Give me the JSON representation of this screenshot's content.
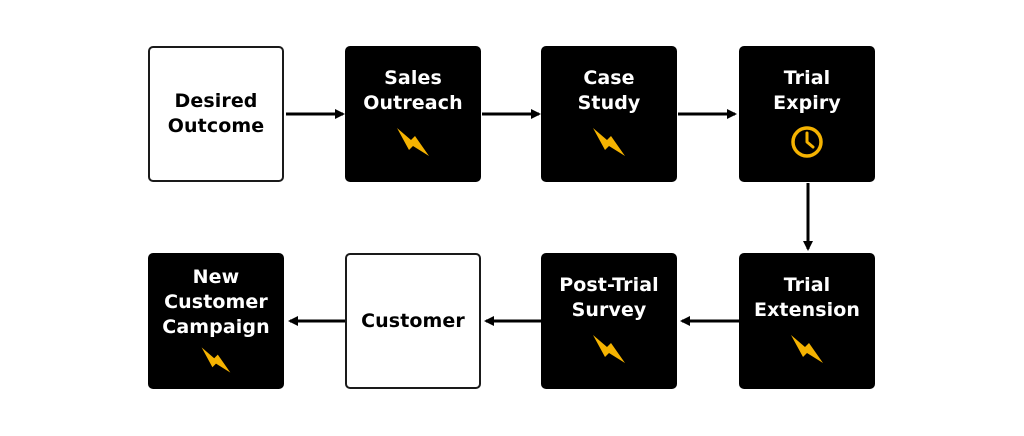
{
  "colors": {
    "dark_box": "#000000",
    "light_box": "#ffffff",
    "accent": "#F5B301",
    "arrow": "#000000"
  },
  "nodes": [
    {
      "id": "desired-outcome",
      "label": "Desired\nOutcome",
      "style": "light",
      "icon": "none"
    },
    {
      "id": "sales-outreach",
      "label": "Sales\nOutreach",
      "style": "dark",
      "icon": "lightning-icon"
    },
    {
      "id": "case-study",
      "label": "Case\nStudy",
      "style": "dark",
      "icon": "lightning-icon"
    },
    {
      "id": "trial-expiry",
      "label": "Trial\nExpiry",
      "style": "dark",
      "icon": "clock-icon"
    },
    {
      "id": "trial-extension",
      "label": "Trial\nExtension",
      "style": "dark",
      "icon": "lightning-icon"
    },
    {
      "id": "post-trial-survey",
      "label": "Post-Trial\nSurvey",
      "style": "dark",
      "icon": "lightning-icon"
    },
    {
      "id": "customer",
      "label": "Customer",
      "style": "light",
      "icon": "none"
    },
    {
      "id": "new-customer-campaign",
      "label": "New\nCustomer\nCampaign",
      "style": "dark",
      "icon": "lightning-icon"
    }
  ],
  "edges": [
    {
      "from": "desired-outcome",
      "to": "sales-outreach"
    },
    {
      "from": "sales-outreach",
      "to": "case-study"
    },
    {
      "from": "case-study",
      "to": "trial-expiry"
    },
    {
      "from": "trial-expiry",
      "to": "trial-extension"
    },
    {
      "from": "trial-extension",
      "to": "post-trial-survey"
    },
    {
      "from": "post-trial-survey",
      "to": "customer"
    },
    {
      "from": "customer",
      "to": "new-customer-campaign"
    }
  ]
}
